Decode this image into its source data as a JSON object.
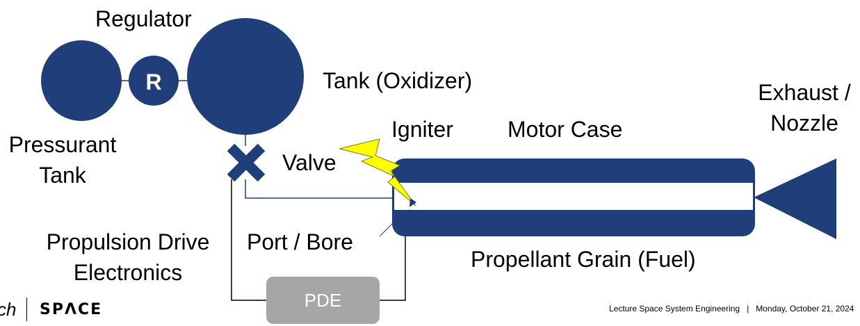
{
  "colors": {
    "component_fill": "#203f7a",
    "pde_fill": "#a6a6a6",
    "igniter_fill": "#ffff00",
    "line_color": "#1f3b73"
  },
  "icons": {
    "valve": "x-cross-icon",
    "igniter": "lightning-bolt-icon",
    "nozzle": "triangle-nozzle-icon"
  },
  "labels": {
    "regulator": "Regulator",
    "regulator_symbol": "R",
    "tank_oxidizer": "Tank (Oxidizer)",
    "pressurant_tank": [
      "Pressurant",
      "Tank"
    ],
    "valve": "Valve",
    "igniter": "Igniter",
    "motor_case": "Motor Case",
    "exhaust_nozzle": [
      "Exhaust /",
      "Nozzle"
    ],
    "propulsion_drive_electronics": [
      "Propulsion Drive",
      "Electronics"
    ],
    "port_bore": "Port / Bore",
    "propellant_grain": "Propellant Grain (Fuel)",
    "pde": "PDE"
  },
  "footer": {
    "left_fragment": "ch",
    "logo": "SPΛCE",
    "lecture": "Lecture Space System Engineering",
    "separator": "|",
    "date": "Monday, October 21, 2024"
  }
}
